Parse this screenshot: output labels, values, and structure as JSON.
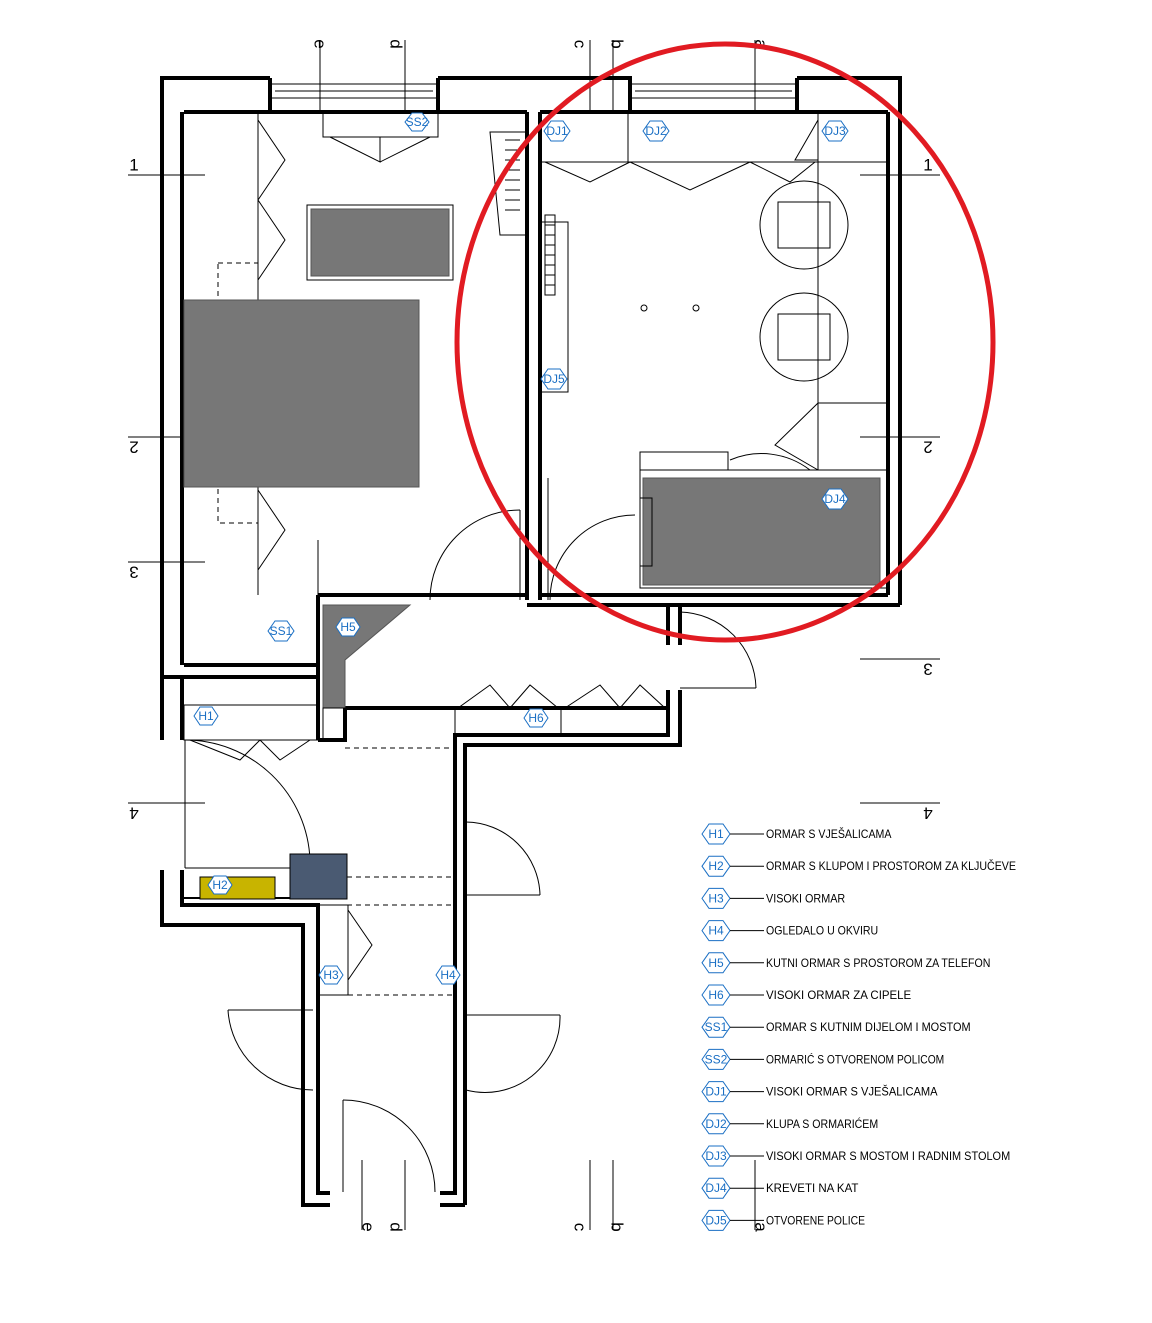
{
  "colors": {
    "tag": "#1a6fc4",
    "annotation_ellipse": "#e11b22",
    "furniture_gray": "#777777",
    "h2_yellow": "#c8b400",
    "cabinet_blue": "#4a5a72"
  },
  "axes": {
    "rows_left": [
      "1",
      "2",
      "3",
      "4"
    ],
    "rows_right": [
      "1",
      "2",
      "3",
      "4"
    ],
    "cols_top": [
      "e",
      "d",
      "c",
      "b",
      "a"
    ],
    "cols_bottom": [
      "e",
      "d",
      "c",
      "b",
      "a"
    ]
  },
  "plan_tags": {
    "SS2": "SS2",
    "DJ1": "DJ1",
    "DJ2": "DJ2",
    "DJ3": "DJ3",
    "DJ5": "DJ5",
    "DJ4": "DJ4",
    "SS1": "SS1",
    "H5": "H5",
    "H1": "H1",
    "H6": "H6",
    "H2": "H2",
    "H3": "H3",
    "H4": "H4"
  },
  "legend": [
    {
      "code": "H1",
      "label": "ORMAR S VJEŠALICAMA"
    },
    {
      "code": "H2",
      "label": "ORMAR S KLUPOM I PROSTOROM ZA KLJUČEVE"
    },
    {
      "code": "H3",
      "label": "VISOKI ORMAR"
    },
    {
      "code": "H4",
      "label": "OGLEDALO U OKVIRU"
    },
    {
      "code": "H5",
      "label": "KUTNI ORMAR S PROSTOROM ZA TELEFON"
    },
    {
      "code": "H6",
      "label": "VISOKI ORMAR ZA CIPELE"
    },
    {
      "code": "SS1",
      "label": "ORMAR S KUTNIM DIJELOM I MOSTOM"
    },
    {
      "code": "SS2",
      "label": "ORMARIĆ S OTVORENOM POLICOM"
    },
    {
      "code": "DJ1",
      "label": "VISOKI ORMAR S VJEŠALICAMA"
    },
    {
      "code": "DJ2",
      "label": "KLUPA S ORMARIĆEM"
    },
    {
      "code": "DJ3",
      "label": "VISOKI ORMAR S MOSTOM I RADNIM STOLOM"
    },
    {
      "code": "DJ4",
      "label": "KREVETI NA KAT"
    },
    {
      "code": "DJ5",
      "label": "OTVORENE POLICE"
    }
  ]
}
